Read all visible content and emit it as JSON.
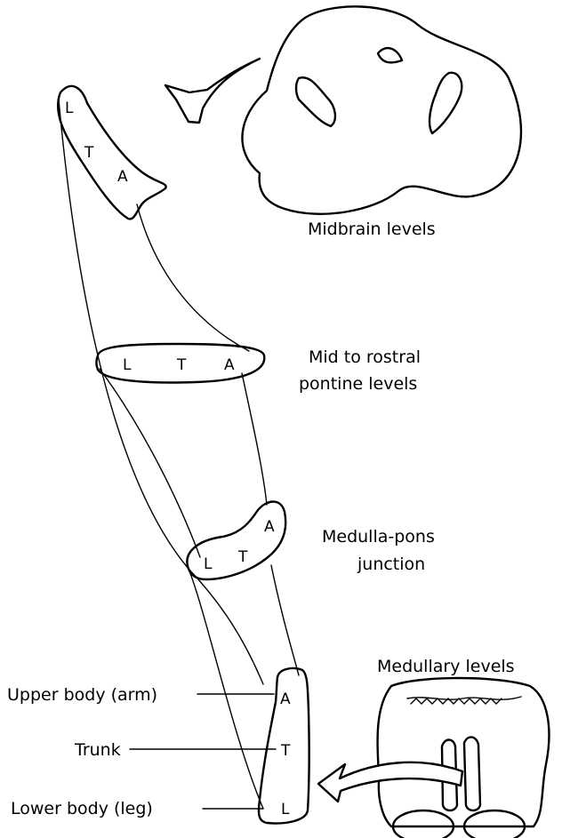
{
  "labels": {
    "midbrain": "Midbrain levels",
    "pontine_line1": "Mid to rostral",
    "pontine_line2": "pontine levels",
    "junction_line1": "Medulla-pons",
    "junction_line2": "junction",
    "medullary": "Medullary levels",
    "upper_body": "Upper body (arm)",
    "trunk": "Trunk",
    "lower_body": "Lower body (leg)"
  },
  "letters": {
    "leg": "L",
    "trunk": "T",
    "arm": "A"
  }
}
